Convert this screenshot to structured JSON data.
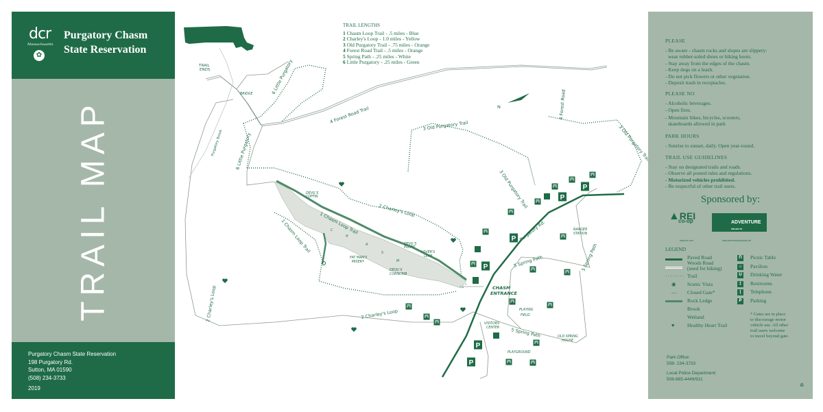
{
  "header": {
    "logo_text": "dcr",
    "logo_sub": "Massachusetts",
    "title_line1": "Purgatory Chasm",
    "title_line2": "State Reservation",
    "vertical_title": "TRAIL MAP"
  },
  "address": {
    "name": "Purgatory Chasm State Reservation",
    "street": "198 Purgatory Rd.",
    "city": "Sutton, MA 01590",
    "phone": "(508) 234-3733",
    "year": "2019"
  },
  "trail_lengths": {
    "heading": "TRAIL LENGTHS",
    "items": [
      {
        "num": "1",
        "text": "Chasm Loop Trail - .5 miles - Blue"
      },
      {
        "num": "2",
        "text": "Charley's Loop - 1.0 miles - Yellow"
      },
      {
        "num": "3",
        "text": "Old Purgatory Trail - .75 miles  - Orange"
      },
      {
        "num": "4",
        "text": "Forest Road Trail - .5 miles - Orange"
      },
      {
        "num": "5",
        "text": "Spring Path - .25 miles - White"
      },
      {
        "num": "6",
        "text": "Little Purgatory - .25 miles   - Green"
      }
    ]
  },
  "rules": {
    "please": {
      "heading": "PLEASE",
      "items": [
        "- Be aware - chasm rocks and slopes are slippery:",
        "  wear rubber-soled shoes or hiking boots.",
        "- Stay away from the edges of the chasm.",
        "- Keep dogs on a leash.",
        "- Do not pick flowers or other vegetation.",
        "- Deposit trash in receptacles."
      ]
    },
    "please_no": {
      "heading": "PLEASE NO",
      "items": [
        "- Alcoholic beverages.",
        "- Open fires.",
        "- Mountain bikes, bicycles, scooters,",
        "  skateboards allowed in park"
      ]
    },
    "hours": {
      "heading": "PARK HOURS",
      "items": [
        "- Sunrise to sunset, daily. Open year-round."
      ]
    },
    "guidelines": {
      "heading": "TRAIL USE GUIDELINES",
      "items": [
        "- Stay on designated trails and roads.",
        "- Observe all posted rules and regulations.",
        "- Motorized vehicles prohibited.",
        "- Be respectful of other trail users."
      ]
    }
  },
  "sponsors": {
    "heading": "Sponsored by:",
    "rei": "REI",
    "rei_sub": "co-op",
    "rei_url": "www.rei.com",
    "adv": "ADVENTURE",
    "adv_sub": "PROJECTS",
    "adv_url": "www.adventureprojects.net"
  },
  "legend": {
    "heading": "LEGEND",
    "left": [
      "Paved Road",
      "Woods Road",
      "(used for hiking)",
      "Trail",
      "Scenic Vista",
      "Closed Gate*",
      "Rock Ledge",
      "Brook",
      "Wetland",
      "Healthy Heart Trail"
    ],
    "right": [
      "Picnic Table",
      "Pavilion",
      "Drinking Water",
      "Restrooms",
      "Telephone",
      "Parking"
    ],
    "note": [
      "* Gates are in place",
      "to discourage motor",
      "vehicle use. All other",
      "trail users welcome",
      "to travel beyond gate."
    ]
  },
  "contacts": {
    "office_label": "Park Office:",
    "office_phone": "508- 234-3733",
    "police_label": "Local Police Department:",
    "police_phone": "508-865-4449/911"
  },
  "map_labels": {
    "trail_ends_1": "TRAIL",
    "trail_ends_2": "ENDS",
    "bridge": "BRIDGE",
    "little_purg_a": "6 Little Purgatory",
    "little_purg_b": "6 Little Purgatory",
    "brook": "Purgatory Brook",
    "forest_a": "4 Forest Road Trail",
    "forest_b": "4 Forest Road",
    "old_a": "3 Old Purgatory Trail",
    "old_b": "3 Old Purgatory Trail",
    "old_c": "3 Old Purgatory Trail",
    "coffin_1": "DEVIL'S",
    "coffin_2": "COFFIN",
    "charley_a": "2 Charley's Loop",
    "charley_b": "2 Charley's Loop",
    "charley_c": "2 Charley's Loop",
    "chasm_loop_a": "1 Chasm Loop Trail",
    "chasm_loop_b": "1 Chasm Loop Trail",
    "chasm_letters": [
      "C",
      "H",
      "A",
      "S",
      "M"
    ],
    "fatman_1": "FAT MAN'S",
    "fatman_2": "MISERY",
    "pulpit_1": "DEVIL'S",
    "pulpit_2": "PULPIT",
    "lover_1": "LOVER'S",
    "lover_2": "LEAP",
    "corncrib_1": "DEVIL'S",
    "corncrib_2": "CORNCRIB",
    "purg_rd": "Purgatory Rd.",
    "ranger_1": "RANGER",
    "ranger_2": "STATION",
    "spring_a": "5 Spring Path",
    "spring_b": "5 Spring Path",
    "spring_c": "5 Spring Path",
    "entrance_1": "CHASM",
    "entrance_2": "ENTRANCE",
    "field_1": "PLAYING",
    "field_2": "FIELD",
    "visitors_1": "VISITORS",
    "visitors_2": "CENTER",
    "spring_house_1": "OLD SPRING",
    "spring_house_2": "HOUSE",
    "playground": "PLAYGROUND",
    "north": "N"
  },
  "colors": {
    "brand": "#1f6b47",
    "panel": "#a5b7a9",
    "chasm": "#dde3dc"
  }
}
